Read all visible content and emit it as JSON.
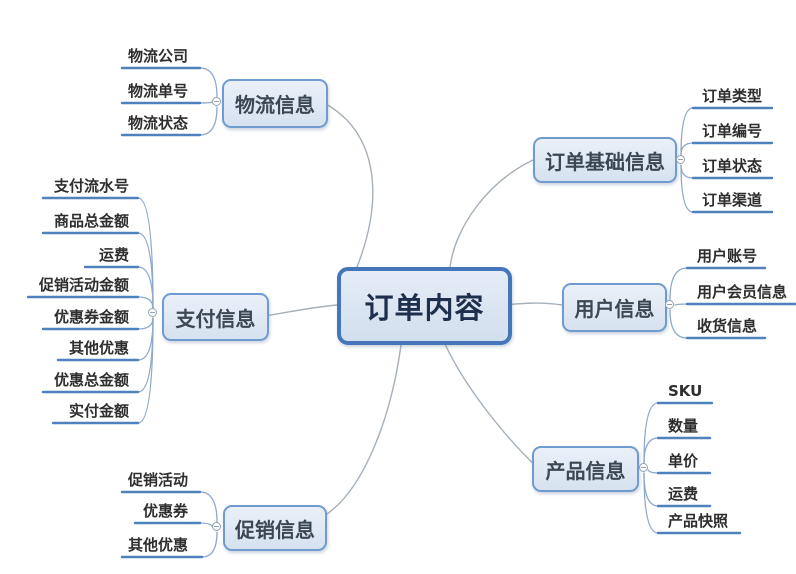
{
  "center": {
    "label": "订单内容"
  },
  "branches": [
    {
      "label": "物流信息",
      "side": "left",
      "children": [
        "物流公司",
        "物流单号",
        "物流状态"
      ]
    },
    {
      "label": "支付信息",
      "side": "left",
      "children": [
        "支付流水号",
        "商品总金额",
        "运费",
        "促销活动金额",
        "优惠券金额",
        "其他优惠",
        "优惠总金额",
        "实付金额"
      ]
    },
    {
      "label": "促销信息",
      "side": "left",
      "children": [
        "促销活动",
        "优惠券",
        "其他优惠"
      ]
    },
    {
      "label": "订单基础信息",
      "side": "right",
      "children": [
        "订单类型",
        "订单编号",
        "订单状态",
        "订单渠道"
      ]
    },
    {
      "label": "用户信息",
      "side": "right",
      "children": [
        "用户账号",
        "用户会员信息",
        "收货信息"
      ]
    },
    {
      "label": "产品信息",
      "side": "right",
      "children": [
        "SKU",
        "数量",
        "单价",
        "运费",
        "产品快照"
      ]
    }
  ],
  "colors": {
    "node_border": "#6f9bce",
    "central_border": "#4576ba",
    "node_fill_top": "#eaf0f8",
    "node_fill_bottom": "#d7e2f0",
    "leaf_underline": "#4f81bd",
    "leaf_tail": "#8fa9cb",
    "branch_connector": "#a6b0ba",
    "central_text": "#1e2f4d",
    "branch_text": "#3c4754",
    "leaf_text": "#2e2e2e"
  }
}
